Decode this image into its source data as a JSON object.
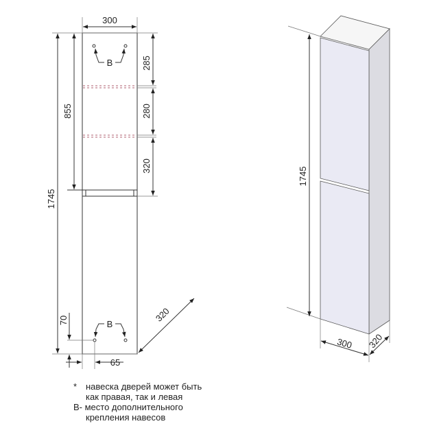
{
  "front_view": {
    "width_label": "300",
    "depth_label": "320",
    "total_height_label": "1745",
    "upper_section_label": "855",
    "shelf_gap_1": "285",
    "shelf_gap_2": "280",
    "shelf_gap_3": "320",
    "bottom_hole_offset_v": "70",
    "bottom_hole_offset_h": "65",
    "mount_marker_top": "B",
    "mount_marker_bottom": "B",
    "shelf_color": "#b06070"
  },
  "iso_view": {
    "height_label": "1745",
    "width_label": "300",
    "depth_label": "320",
    "front_color": "#eaeaf4",
    "side_color": "#dcdce2",
    "top_color": "#f6f6f6"
  },
  "notes": {
    "star": "*",
    "line1": "навеска дверей может быть",
    "line2": "как правая, так и левая",
    "line3": "В- место дополнительного",
    "line4": "крепления навесов"
  }
}
